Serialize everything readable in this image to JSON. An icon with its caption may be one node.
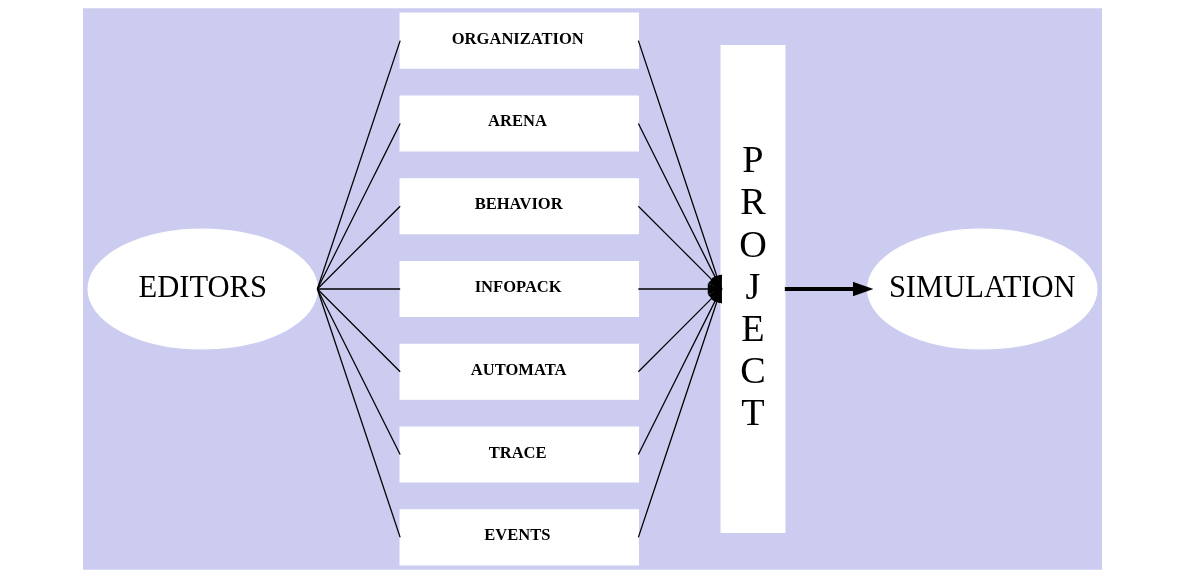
{
  "diagram": {
    "nodes": [
      {
        "text": [
          "EDITORS"
        ]
      },
      {
        "text": [
          "ORGANIZATION"
        ]
      },
      {
        "text": [
          "ARENA"
        ]
      },
      {
        "text": [
          "BEHAVIOR"
        ]
      },
      {
        "text": [
          "INFOPACK"
        ]
      },
      {
        "text": [
          "AUTOMATA"
        ]
      },
      {
        "text": [
          "TRACE"
        ]
      },
      {
        "text": [
          "EVENTS"
        ]
      },
      {
        "text": [
          "PROJECT"
        ]
      },
      {
        "text": [
          "SIMULATION"
        ]
      }
    ],
    "edges": [
      {
        "from": 0,
        "to": 1,
        "arrow": "none"
      },
      {
        "from": 0,
        "to": 2,
        "arrow": "none"
      },
      {
        "from": 0,
        "to": 3,
        "arrow": "none"
      },
      {
        "from": 0,
        "to": 4,
        "arrow": "none"
      },
      {
        "from": 0,
        "to": 5,
        "arrow": "none"
      },
      {
        "from": 0,
        "to": 6,
        "arrow": "none"
      },
      {
        "from": 0,
        "to": 7,
        "arrow": "none"
      },
      {
        "from": 1,
        "to": 8,
        "arrow": "to"
      },
      {
        "from": 2,
        "to": 8,
        "arrow": "to"
      },
      {
        "from": 3,
        "to": 8,
        "arrow": "to"
      },
      {
        "from": 4,
        "to": 8,
        "arrow": "to"
      },
      {
        "from": 5,
        "to": 8,
        "arrow": "to"
      },
      {
        "from": 6,
        "to": 8,
        "arrow": "to"
      },
      {
        "from": 7,
        "to": 8,
        "arrow": "to"
      },
      {
        "from": 8,
        "to": 9,
        "arrow": "to",
        "style": "thick"
      }
    ]
  }
}
